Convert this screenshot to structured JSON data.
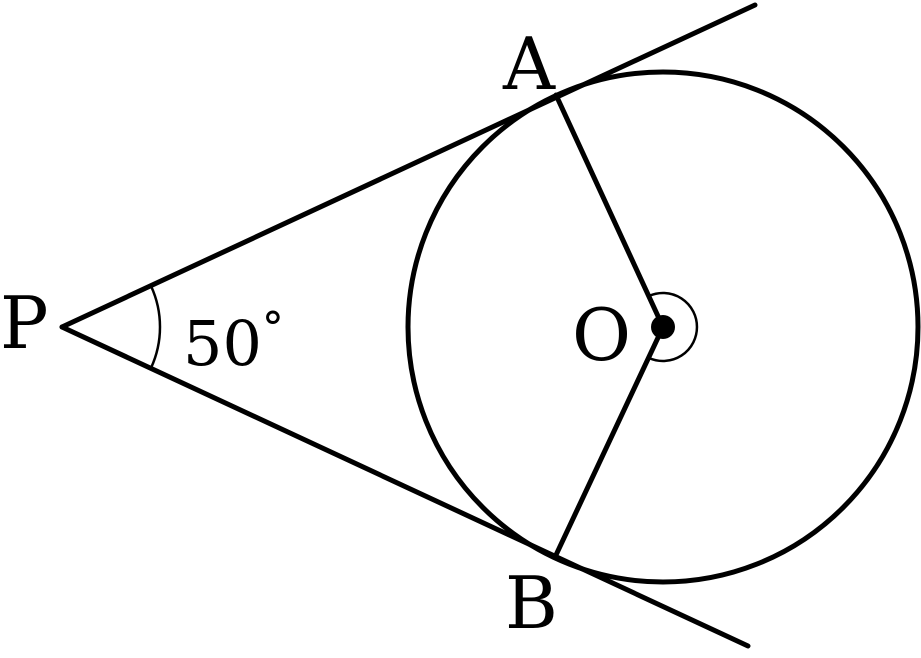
{
  "labels": {
    "A": "A",
    "B": "B",
    "O": "O",
    "P": "P"
  },
  "angle": {
    "value": "50",
    "unit": "°"
  },
  "colors": {
    "stroke": "#000000",
    "background": "#ffffff"
  }
}
